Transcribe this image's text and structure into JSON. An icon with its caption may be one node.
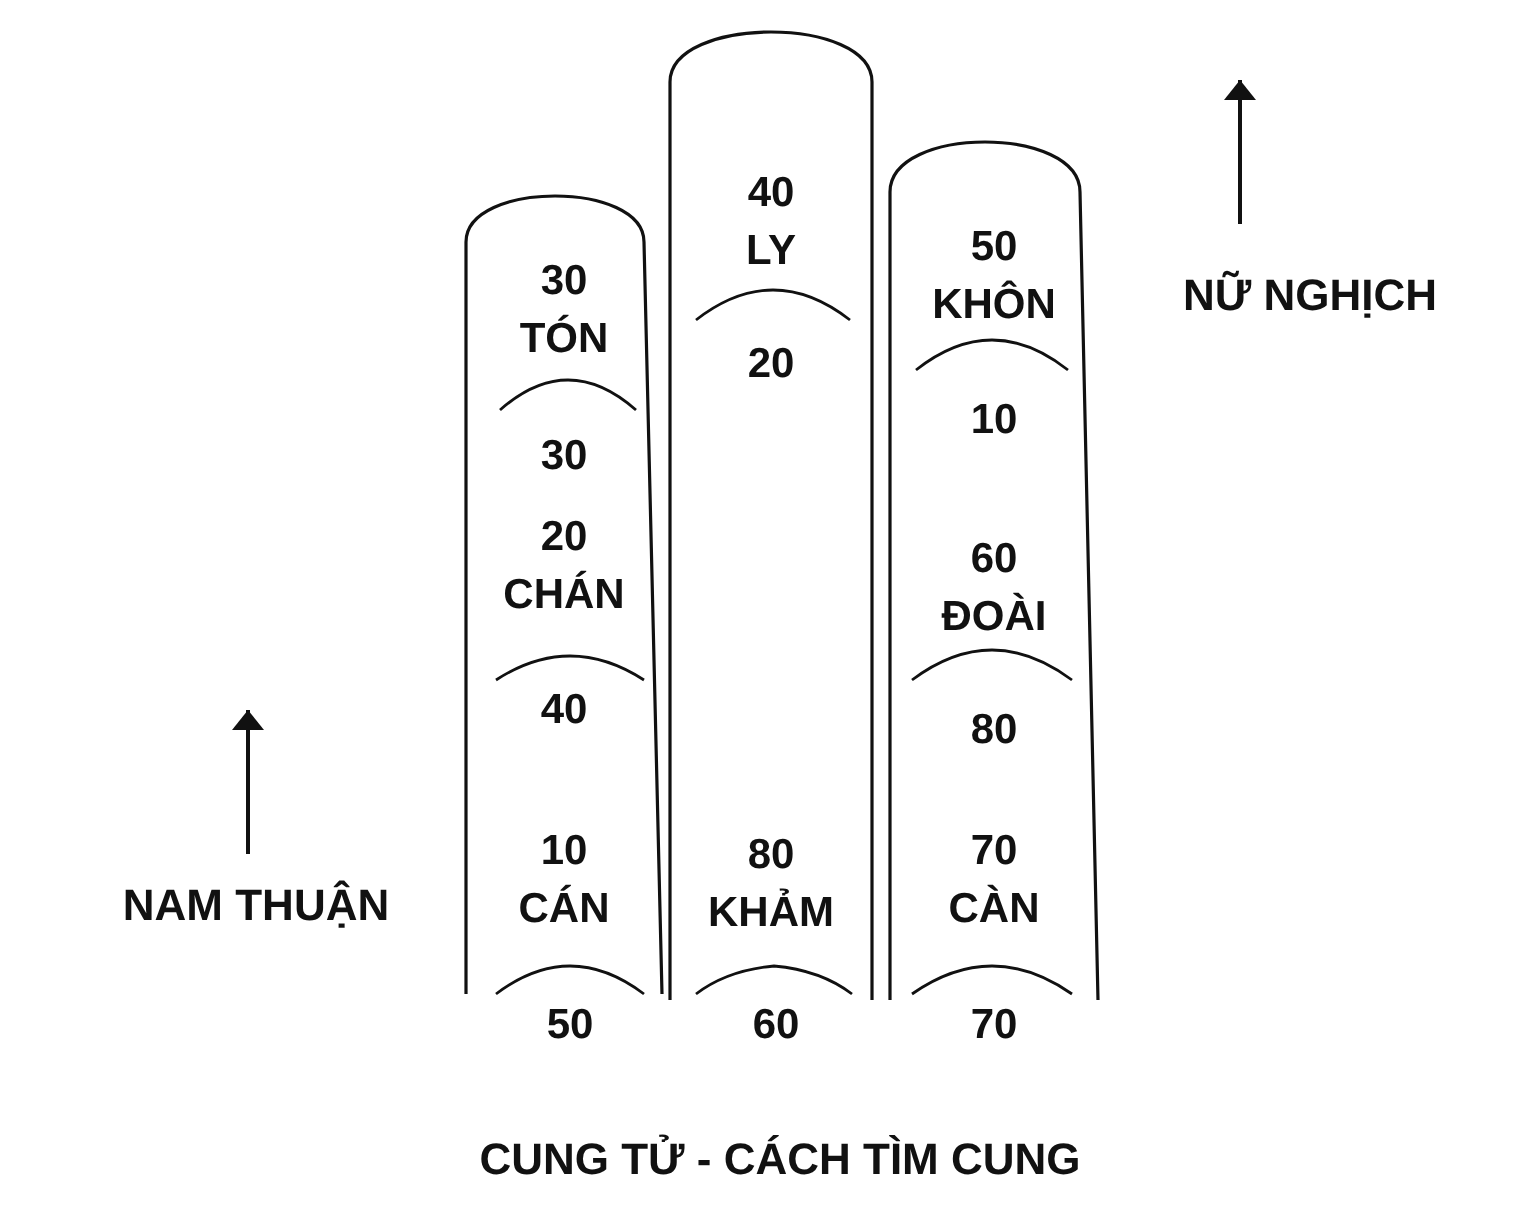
{
  "diagram": {
    "caption": "CUNG TỬ - CÁCH TÌM CUNG",
    "nodes": [
      {
        "text": [
          "30 TÓN",
          "30",
          "20 CHÁN",
          "40",
          "10 CÁN"
        ],
        "beside": [
          "50"
        ]
      },
      {
        "text": [
          "40 LY",
          "20",
          "80 KHẢM"
        ],
        "beside": [
          "60"
        ]
      },
      {
        "text": [
          "50 KHÔN",
          "10",
          "60 ĐOÀI",
          "80",
          "70 CÀN"
        ],
        "beside": [
          "70"
        ]
      }
    ],
    "labels": [
      "NỮ NGHỊCH",
      "NAM THUẬN"
    ]
  }
}
